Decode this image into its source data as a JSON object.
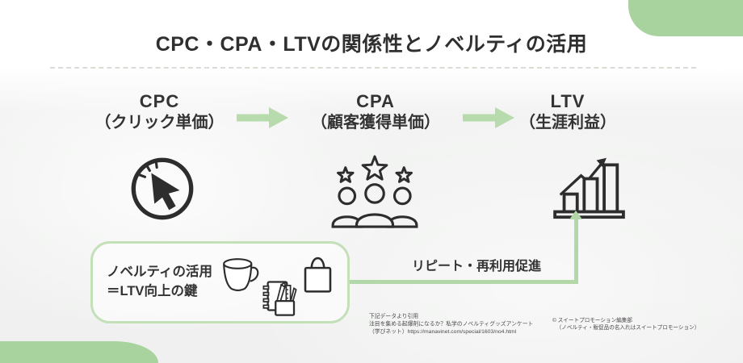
{
  "title": "CPC・CPA・LTVの関係性とノベルティの活用",
  "flow": {
    "steps": [
      {
        "abbr": "CPC",
        "label": "（クリック単価）",
        "icon": "mouse-click-icon"
      },
      {
        "abbr": "CPA",
        "label": "（顧客獲得単価）",
        "icon": "customers-stars-icon"
      },
      {
        "abbr": "LTV",
        "label": "（生涯利益）",
        "icon": "growth-chart-icon"
      }
    ]
  },
  "novelty_box": {
    "line1": "ノベルティの活用",
    "line2": "＝LTV向上の鍵",
    "icons": [
      "mug-icon",
      "stationery-icon",
      "tote-bag-icon"
    ]
  },
  "connector_label": "リピート・再利用促進",
  "footnotes": {
    "source_intro": "下記データより引用",
    "source_title": "注目を集める起爆剤になるか？私学のノベルティグッズアンケート",
    "source_url": "（学びネット）https://manavinet.com/special/1603/no4.html",
    "credit_line1": "© スイートプロモーション編集部",
    "credit_line2": "（ノベルティ・販促品の名入れはスイートプロモーション）"
  },
  "colors": {
    "accent_green": "#a9d39e",
    "arrow_green": "#b7dbac",
    "connector_green": "#b2d7a8",
    "box_border_green": "#c3e0b9",
    "text_dark": "#333333",
    "icon_dark": "#2d2d2d"
  }
}
